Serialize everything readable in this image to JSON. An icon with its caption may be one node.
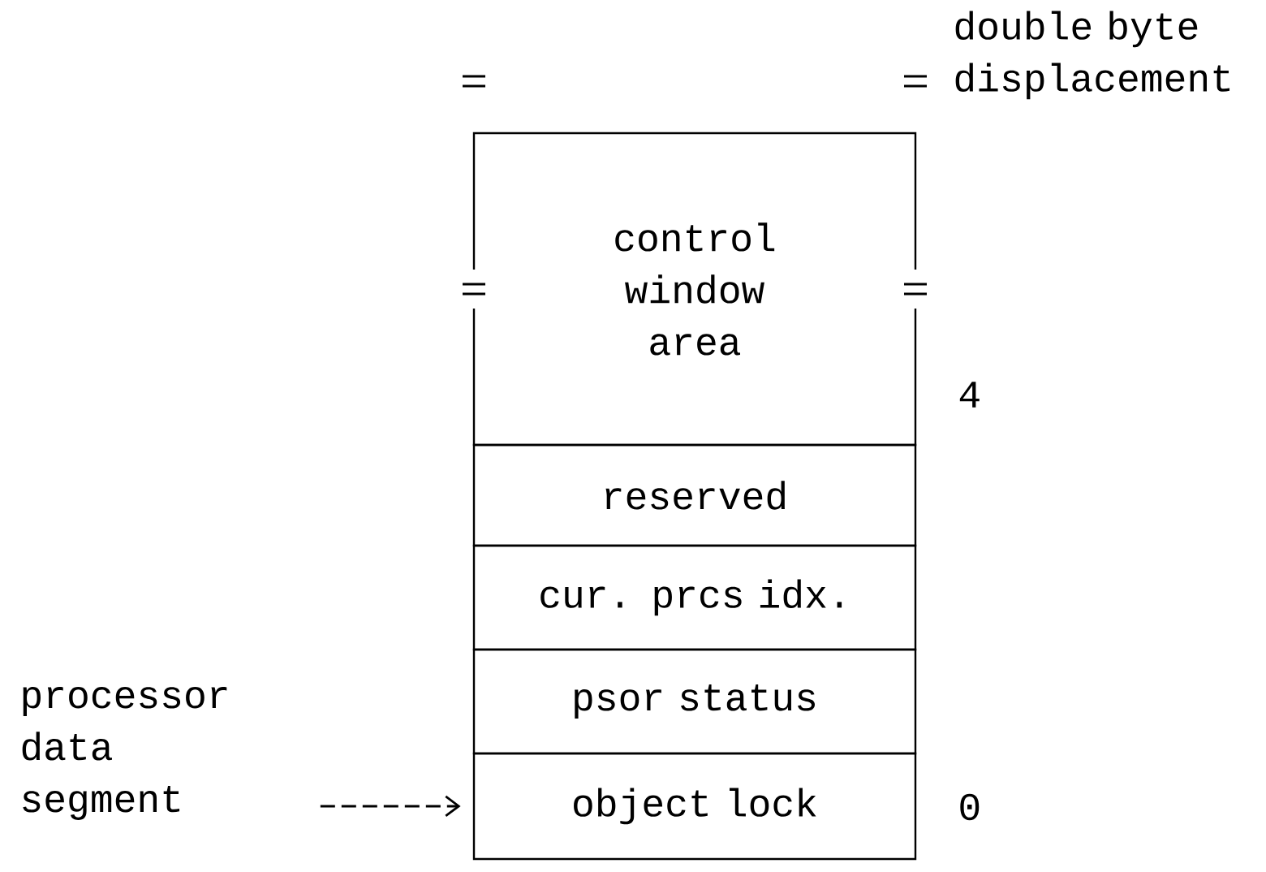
{
  "diagram": {
    "title": "double byte displacement",
    "nodes": [
      {
        "text": [
          "control window area"
        ]
      },
      {
        "text": [
          "reserved"
        ]
      },
      {
        "text": [
          "cur. prcs idx."
        ]
      },
      {
        "text": [
          "psor status"
        ]
      },
      {
        "text": [
          "object lock"
        ]
      },
      {
        "text": [
          "processor data segment"
        ]
      }
    ],
    "edges": [
      {
        "from": 5,
        "to": 4,
        "arrow": "to",
        "style": "dashed"
      }
    ],
    "labels": [
      "4",
      "0"
    ]
  }
}
